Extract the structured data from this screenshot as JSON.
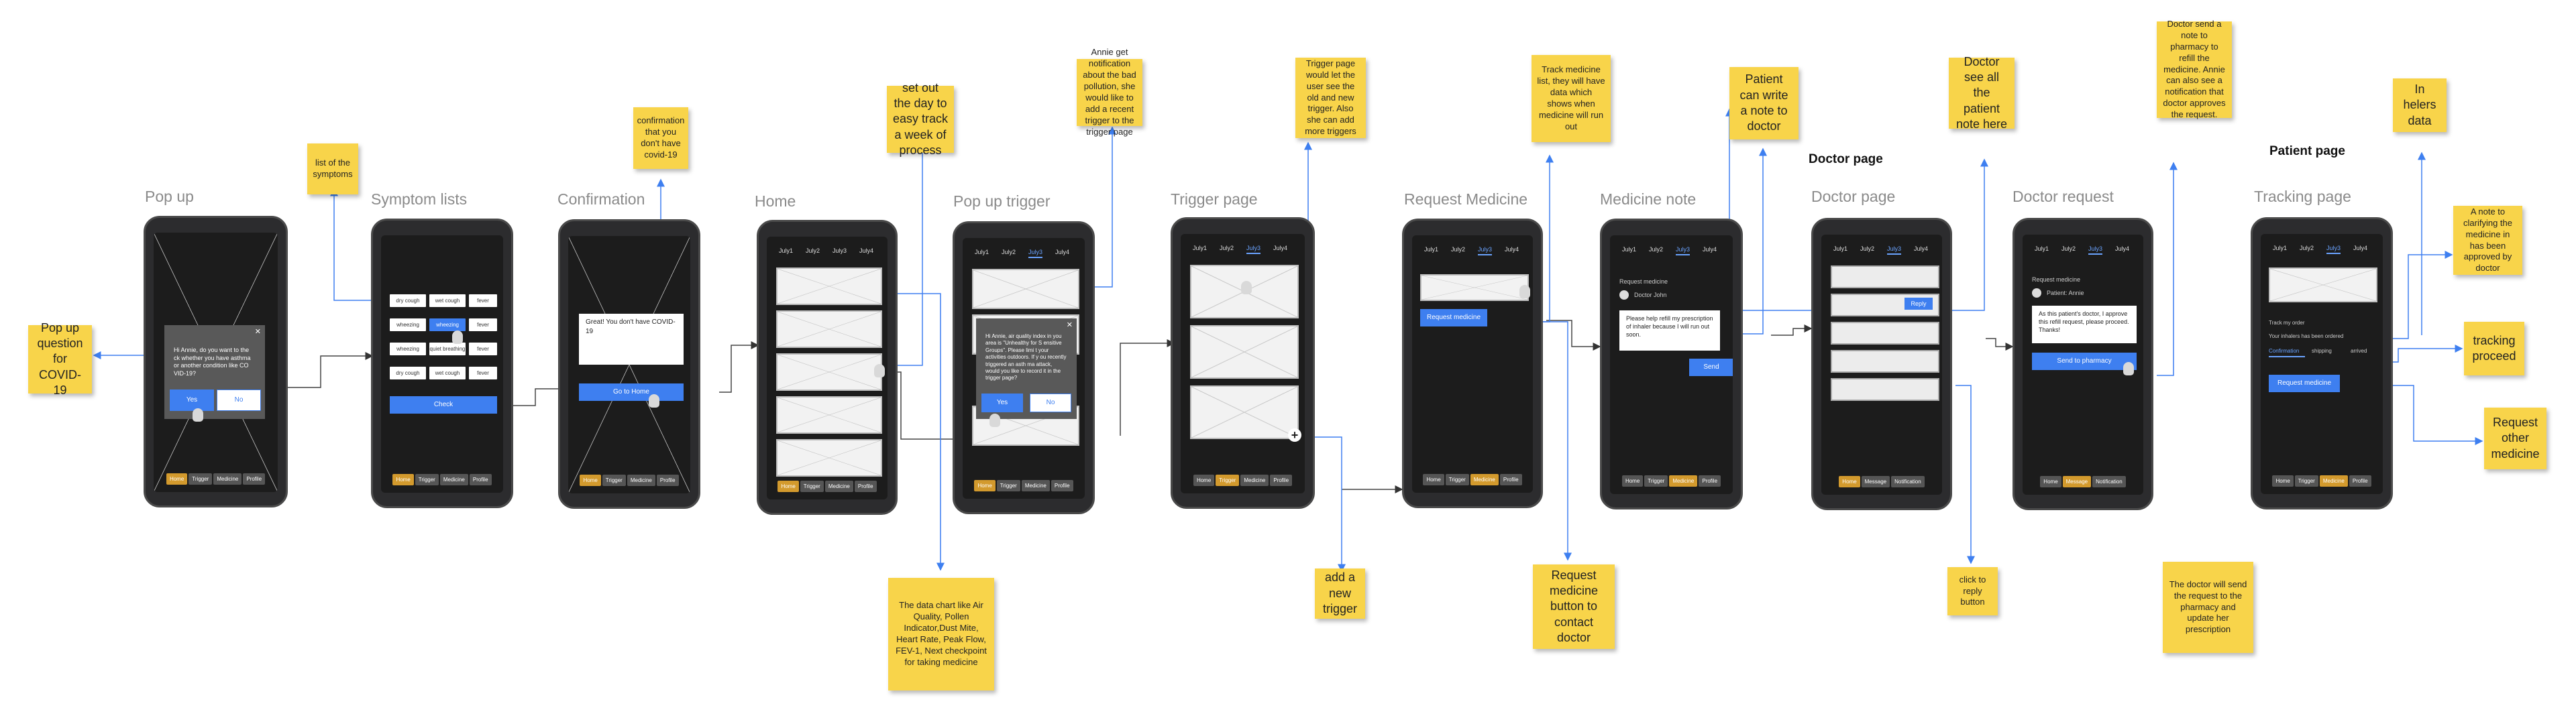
{
  "tabs": [
    "July1",
    "July2",
    "July3",
    "July4"
  ],
  "nav": [
    "Home",
    "Trigger",
    "Medicine",
    "Profile"
  ],
  "doctor_nav": [
    "Home",
    "Message",
    "Notification"
  ],
  "headings": {
    "doctor": "Doctor page",
    "patient": "Patient page"
  },
  "screens": {
    "popup": {
      "title": "Pop up",
      "dialog": "Hi Annie, do you want to the ck whether you have asthma or another condition like CO VID-19?",
      "yes": "Yes",
      "no": "No"
    },
    "symptoms": {
      "title": "Symptom lists",
      "chips": [
        "dry cough",
        "wet cough",
        "fever",
        "wheezing",
        "wheezing",
        "fever",
        "wheezing",
        "quiet breathing",
        "fever",
        "dry cough",
        "wet cough",
        "fever"
      ],
      "check": "Check"
    },
    "confirmation": {
      "title": "Confirmation",
      "card": "Great! You don't have COVID-19",
      "button": "Go to Home"
    },
    "home": {
      "title": "Home"
    },
    "popup_trigger": {
      "title": "Pop up trigger",
      "dialog": "Hi Annie, air quality index in you area is \"Unhealthy for S ensitive Groups\". Please limi t your activities outdoors. If y ou recently triggered an asth ma attack, would you like to record it in the trigger page?",
      "yes": "Yes",
      "no": "No"
    },
    "trigger": {
      "title": "Trigger page",
      "fab": "+"
    },
    "request_medicine": {
      "title": "Request Medicine",
      "button": "Request medicine"
    },
    "medicine_note": {
      "title": "Medicine note",
      "label": "Request medicine",
      "doctor": "Doctor John",
      "note": "Please help refill my prescription of inhaler because I will run out soon.",
      "send": "Send"
    },
    "doctor": {
      "title": "Doctor page",
      "reply": "Reply"
    },
    "doctor_request": {
      "title": "Doctor request",
      "label": "Request medicine",
      "patient": "Patient: Annie",
      "note": "As this patient's doctor, I approve this refill request, please proceed. Thanks!",
      "button": "Send to pharmacy"
    },
    "tracking": {
      "title": "Tracking page",
      "order_label": "Track my order",
      "status": "Your inhalers has been ordered",
      "steps": [
        "Confirmation",
        "shipping",
        "arrived"
      ],
      "button": "Request medicine"
    }
  },
  "notes": {
    "covid": "Pop up question for COVID-19",
    "symptoms": "list of the symptoms",
    "confirmation": "confirmation that you don't have covid-19",
    "week": "set out the day to easy track a week of process",
    "data_chart": "The data chart like Air Quality, Pollen Indicator,Dust Mite, Heart Rate, Peak Flow, FEV-1, Next checkpoint for taking medicine",
    "annie_pollution": "Annie get notification about the bad pollution, she would like to add a recent trigger to the trigger page",
    "trigger_page": "Trigger page would let the user see the old and new trigger. Also she can add more triggers",
    "add_trigger": "add a new trigger",
    "track_medicine": "Track medicine list, they will have data which shows when medicine will run out",
    "request_button": "Request medicine button to contact doctor",
    "write_note": "Patient can write a note to doctor",
    "doctor_see": "Doctor see all the patient note here",
    "click_reply": "click to reply button",
    "doctor_send": "Doctor send a note to pharmacy to refill the medicine. Annie can also see a notification that doctor approves the request.",
    "doctor_will": "The doctor will send the request to the pharmacy and update her prescription",
    "helers": "In helers data",
    "clarify": "A note to clarifying the medicine in has been approved by doctor",
    "tracking_proceed": "tracking proceed",
    "request_other": "Request other medicine"
  }
}
